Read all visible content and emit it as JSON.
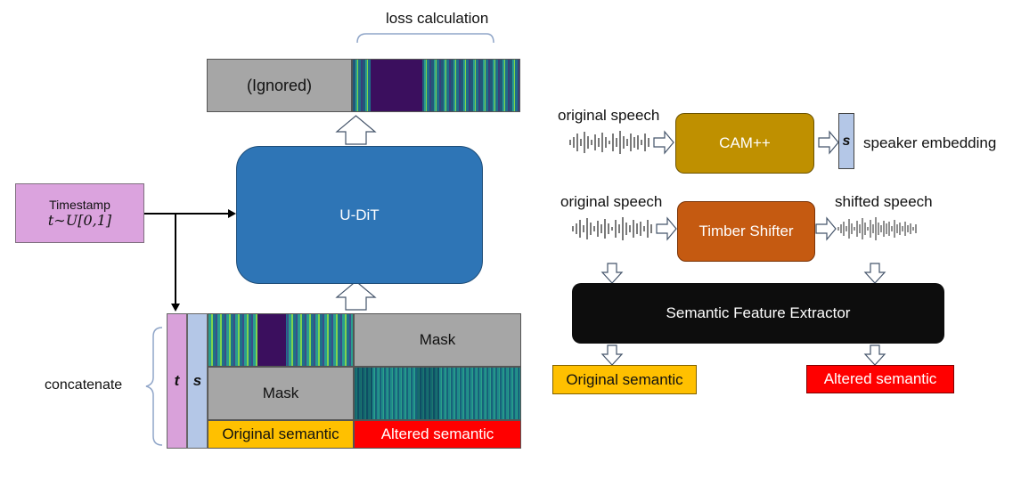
{
  "left": {
    "loss_label": "loss calculation",
    "ignored_label": "(Ignored)",
    "udit_label": "U-DiT",
    "timestamp_title": "Timestamp",
    "timestamp_formula": "t∼U[0,1]",
    "concat_label": "concatenate",
    "t_label": "t",
    "s_label": "s",
    "mask_top_label": "Mask",
    "mask_bottom_label": "Mask",
    "original_semantic_label": "Original semantic",
    "altered_semantic_label": "Altered semantic"
  },
  "right": {
    "original_speech_label_1": "original speech",
    "cam_label": "CAM++",
    "s_label": "s",
    "speaker_embedding_label": "speaker embedding",
    "original_speech_label_2": "original speech",
    "timber_shifter_label": "Timber Shifter",
    "shifted_speech_label": "shifted speech",
    "extractor_label": "Semantic Feature Extractor",
    "original_semantic_label": "Original semantic",
    "altered_semantic_label": "Altered semantic"
  },
  "colors": {
    "udit_fill": "#2e75b6",
    "timestamp_fill": "#dba3de",
    "t_strip": "#d9a1da",
    "s_strip": "#b4c7e7",
    "gray": "#a6a6a6",
    "orange": "#ffc000",
    "red": "#ff0000",
    "cam_fill": "#bf9000",
    "timber_fill": "#c55a11",
    "extractor_fill": "#0d0d0d",
    "spectrogram_dark": "#3b0f5e",
    "spectrogram_mid": "#1f8a8a",
    "spectrogram_light": "#7fd34e"
  }
}
